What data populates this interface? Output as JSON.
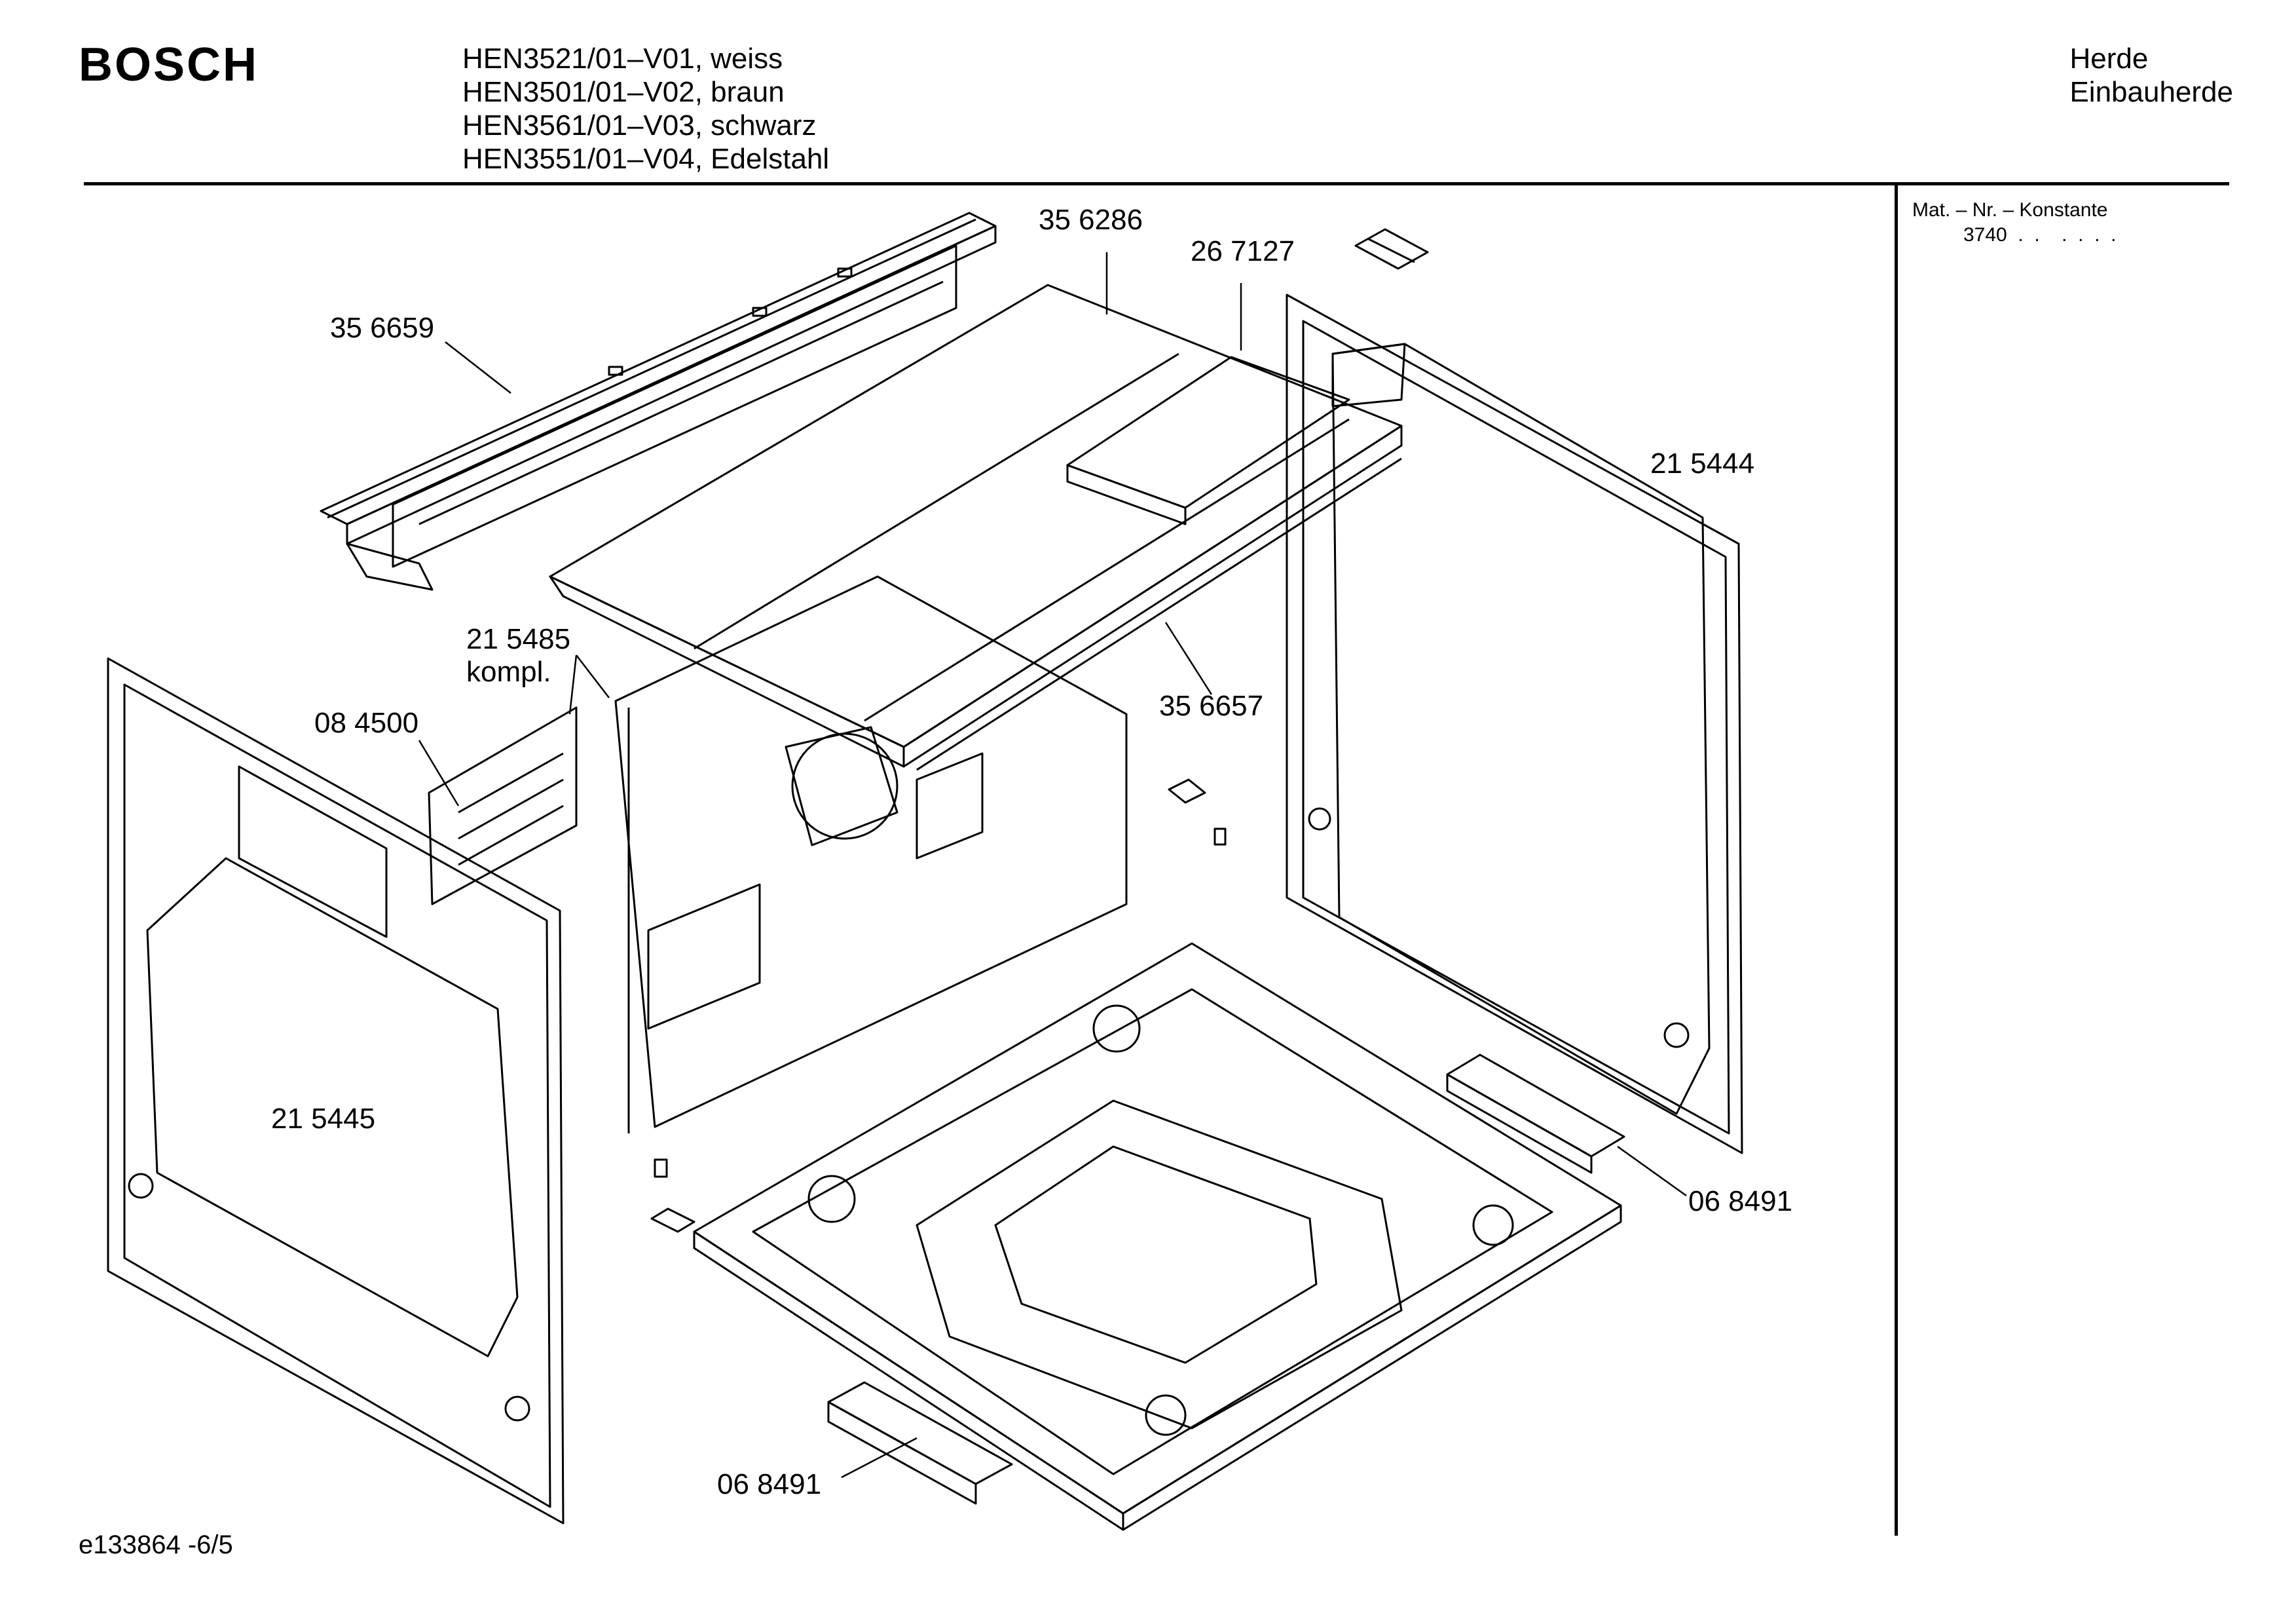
{
  "brand": "BOSCH",
  "models": [
    "HEN3521/01–V01, weiss",
    "HEN3501/01–V02, braun",
    "HEN3561/01–V03, schwarz",
    "HEN3551/01–V04, Edelstahl"
  ],
  "category": [
    "Herde",
    "Einbauherde"
  ],
  "mat_nr": {
    "label": "Mat. – Nr. – Konstante",
    "value": "3740  .  .    .  .  .  ."
  },
  "doc_id": "e133864 -6/5",
  "parts": {
    "p356286": "35 6286",
    "p267127": "26 7127",
    "p356659": "35 6659",
    "p215444": "21 5444",
    "p215485": "21 5485",
    "kompl": "kompl.",
    "p084500": "08 4500",
    "p356657": "35 6657",
    "p215445": "21 5445",
    "p068491a": "06 8491",
    "p068491b": "06 8491"
  }
}
